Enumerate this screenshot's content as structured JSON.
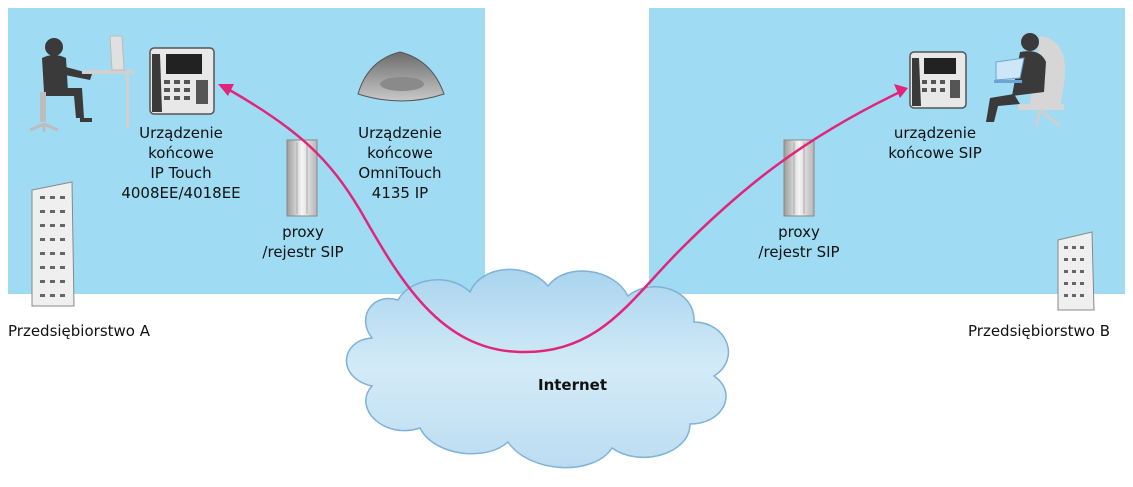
{
  "enterprise_a": {
    "name": "Przedsiębiorstwo A",
    "phone_label": "Urządzenie\nkońcowe\nIP Touch\n4008EE/4018EE",
    "conference_label": "Urządzenie\nkońcowe\nOmniTouch\n4135 IP",
    "proxy_label": "proxy\n/rejestr SIP"
  },
  "enterprise_b": {
    "name": "Przedsiębiorstwo B",
    "phone_label": "urządzenie\nkońcowe SIP",
    "proxy_label": "proxy\n/rejestr SIP"
  },
  "internet_label": "Internet",
  "colors": {
    "zone_fill": "#9fdcf3",
    "signal_path": "#e0257b",
    "cloud_fill": "#c4e2f4",
    "device_dark": "#3a3a3a",
    "device_light": "#e8e8e8"
  }
}
